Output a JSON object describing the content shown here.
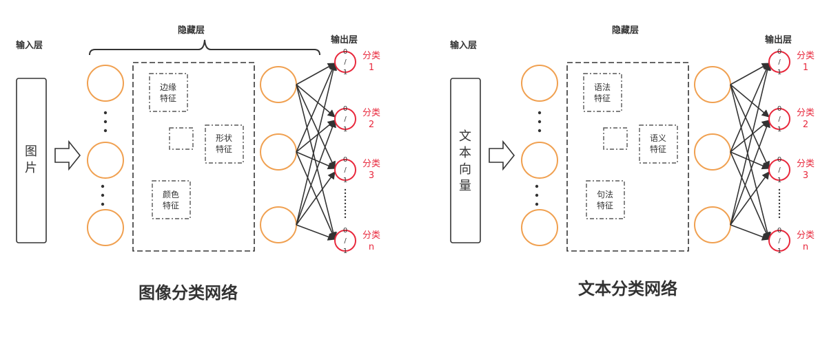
{
  "image_network": {
    "title": "图像分类网络",
    "input_label": "输入层",
    "hidden_label": "隐藏层",
    "output_label": "输出层",
    "input_box_text": [
      "图",
      "片"
    ],
    "features": [
      [
        "边缘",
        "特征"
      ],
      [
        "形状",
        "特征"
      ],
      [
        "颜色",
        "特征"
      ]
    ],
    "outputs": [
      {
        "prefix": "分类",
        "index": "1"
      },
      {
        "prefix": "分类",
        "index": "2"
      },
      {
        "prefix": "分类",
        "index": "3"
      },
      {
        "prefix": "分类",
        "index": "n"
      }
    ]
  },
  "text_network": {
    "title": "文本分类网络",
    "input_label": "输入层",
    "hidden_label": "隐藏层",
    "output_label": "输出层",
    "input_box_text": [
      "文",
      "本",
      "向",
      "量"
    ],
    "features": [
      [
        "语法",
        "特征"
      ],
      [
        "语义",
        "特征"
      ],
      [
        "句法",
        "特征"
      ]
    ],
    "outputs": [
      {
        "prefix": "分类",
        "index": "1"
      },
      {
        "prefix": "分类",
        "index": "2"
      },
      {
        "prefix": "分类",
        "index": "3"
      },
      {
        "prefix": "分类",
        "index": "n"
      }
    ]
  },
  "output_node_text": [
    "0",
    "/",
    "1"
  ],
  "colors": {
    "node_orange": "#f0a050",
    "output_red": "#e8283c",
    "line": "#333333",
    "dash": "#555555"
  }
}
